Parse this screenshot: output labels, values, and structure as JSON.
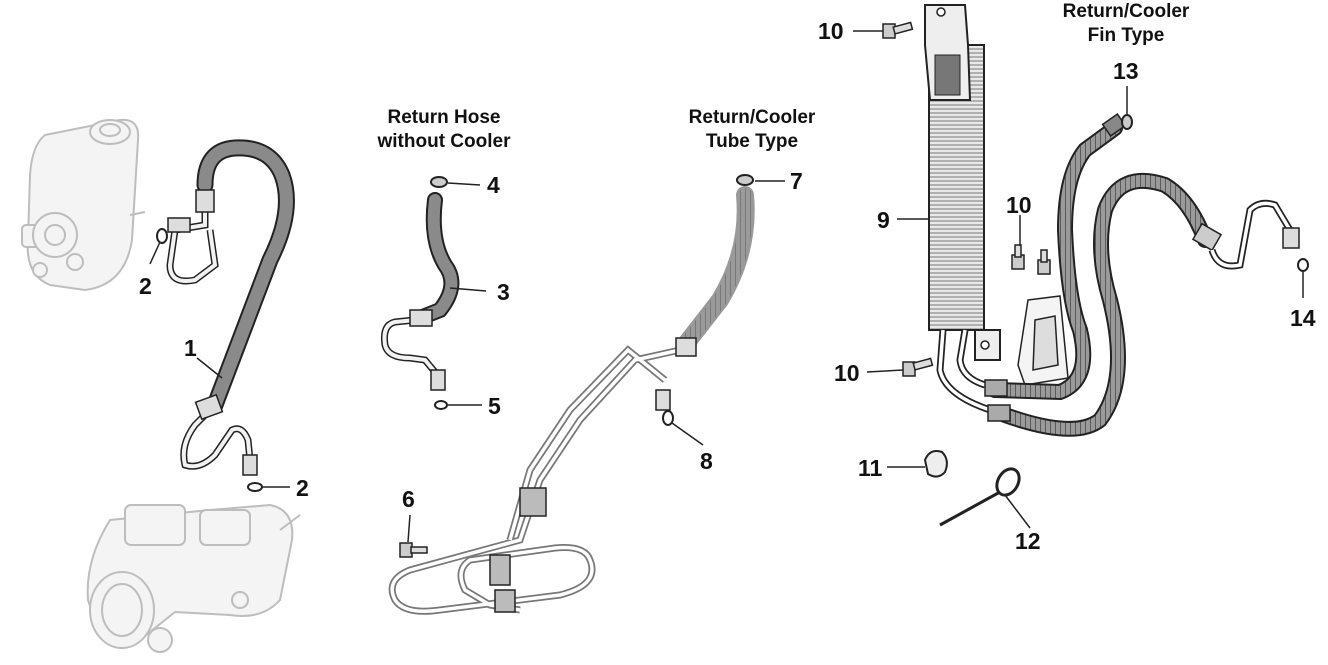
{
  "headings": {
    "return_hose_without_cooler": [
      "Return Hose",
      "without Cooler"
    ],
    "return_cooler_tube_type": [
      "Return/Cooler",
      "Tube Type"
    ],
    "return_cooler_fin_type": [
      "Return/Cooler",
      "Fin Type"
    ]
  },
  "callouts": {
    "c1": "1",
    "c2a": "2",
    "c2b": "2",
    "c3": "3",
    "c4": "4",
    "c5": "5",
    "c6": "6",
    "c7": "7",
    "c8": "8",
    "c9": "9",
    "c10a": "10",
    "c10b": "10",
    "c10c": "10",
    "c11": "11",
    "c12": "12",
    "c13": "13",
    "c14": "14"
  },
  "colors": {
    "hose": "#8a8a8a",
    "hose_dark": "#555555",
    "ghost_part": "#d9d9d9",
    "line": "#222222"
  }
}
